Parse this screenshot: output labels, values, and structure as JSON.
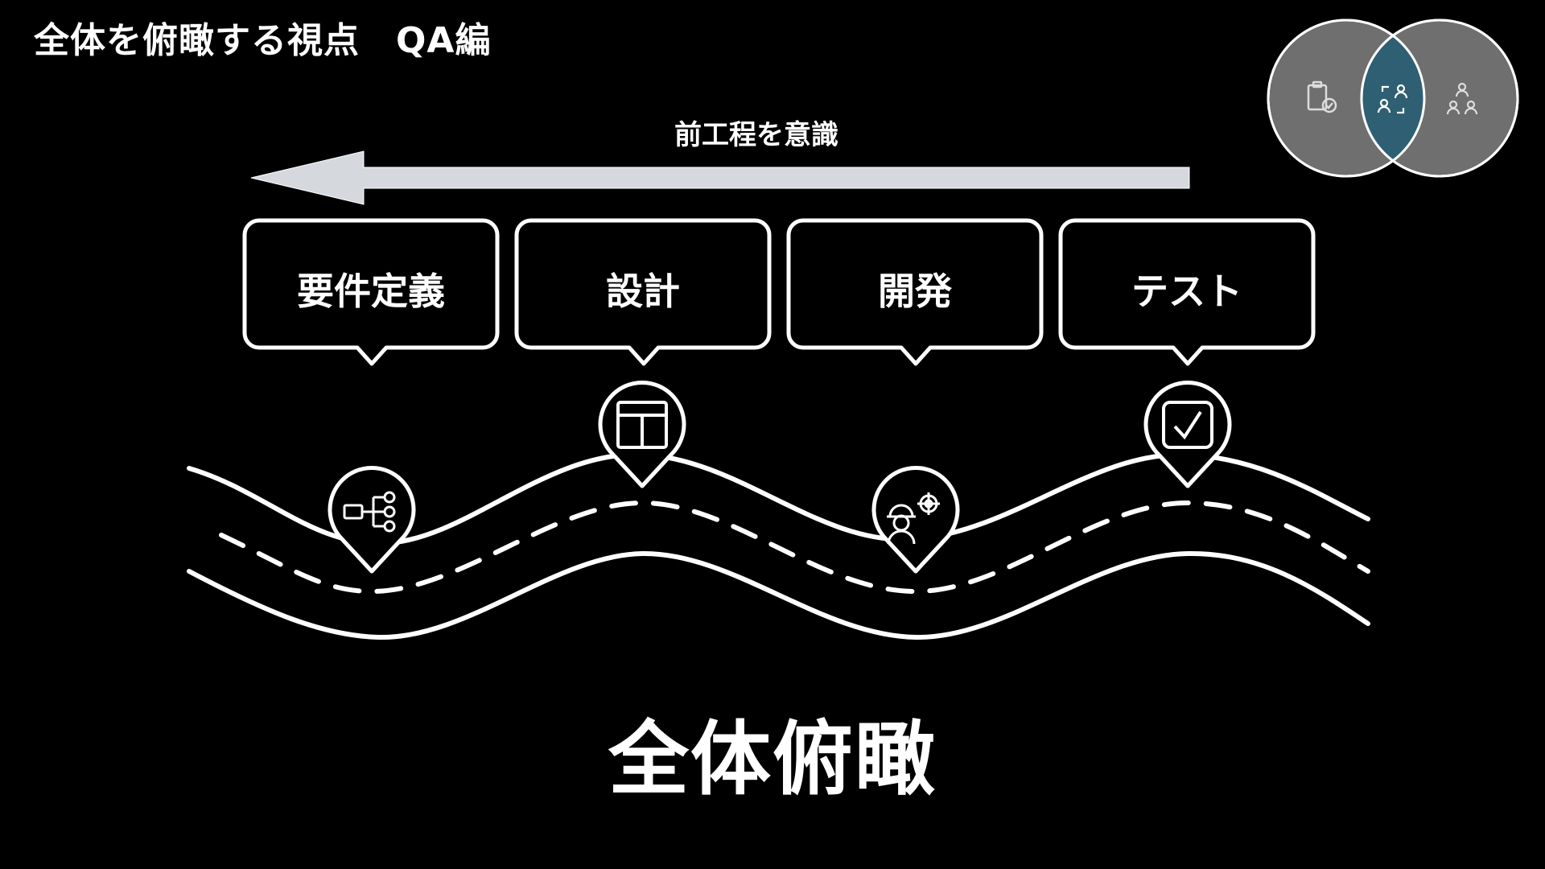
{
  "slide": {
    "title": "全体を俯瞰する視点　QA編"
  },
  "arrow": {
    "label": "前工程を意識",
    "direction": "left"
  },
  "phases": [
    {
      "label": "要件定義",
      "icon": "hierarchy-flow-icon"
    },
    {
      "label": "設計",
      "icon": "layout-design-icon"
    },
    {
      "label": "開発",
      "icon": "engineer-gear-icon"
    },
    {
      "label": "テスト",
      "icon": "checkbox-icon"
    }
  ],
  "caption": {
    "text": "全体俯瞰"
  },
  "venn": {
    "left_icon": "clipboard-check-icon",
    "center_icon": "people-exchange-icon",
    "right_icon": "team-hierarchy-icon",
    "colors": {
      "circle": "#707070",
      "overlap": "#2f5f73"
    }
  },
  "colors": {
    "background": "#000000",
    "line": "#ffffff",
    "arrow": "#d5d9de"
  }
}
